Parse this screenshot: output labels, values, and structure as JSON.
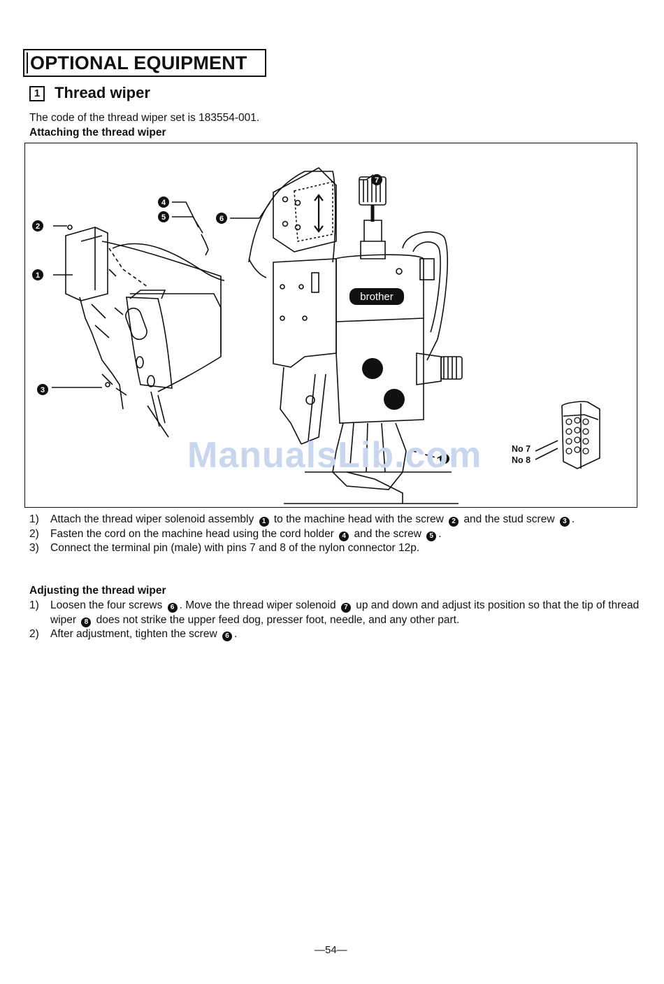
{
  "header": {
    "title": "OPTIONAL EQUIPMENT"
  },
  "section": {
    "number": "1",
    "title": "Thread wiper"
  },
  "intro": {
    "code_line": "The code of the thread wiper set is 183554-001."
  },
  "attaching": {
    "heading": "Attaching the thread wiper",
    "steps": [
      {
        "num": "1)",
        "a": "Attach the thread wiper solenoid assembly",
        "b": "to the machine head with the screw",
        "c": "and the stud screw",
        "d": "."
      },
      {
        "num": "2)",
        "a": "Fasten the cord on the machine head using the cord holder",
        "b": "and the screw",
        "c": "."
      },
      {
        "num": "3)",
        "text": "Connect the terminal pin (male) with pins 7 and 8 of the nylon connector 12p."
      }
    ]
  },
  "adjusting": {
    "heading": "Adjusting the thread wiper",
    "steps": [
      {
        "num": "1)",
        "a": "Loosen the four screws",
        "b": ". Move the thread wiper solenoid",
        "c": "up and down and adjust its position so that the tip of thread wiper",
        "d": "does not strike the upper feed dog, presser foot, needle, and any other part."
      },
      {
        "num": "2)",
        "a": "After adjustment, tighten the screw",
        "b": "."
      }
    ]
  },
  "figure": {
    "brand": "brother",
    "watermark": "ManualsLib.com",
    "pin_label_7": "No 7",
    "pin_label_8": "No 8",
    "callouts": {
      "c1": "1",
      "c2": "2",
      "c3": "3",
      "c4": "4",
      "c5": "5",
      "c6": "6",
      "c7": "7",
      "c8": "8"
    }
  },
  "footer": {
    "page_number": "—54—"
  }
}
